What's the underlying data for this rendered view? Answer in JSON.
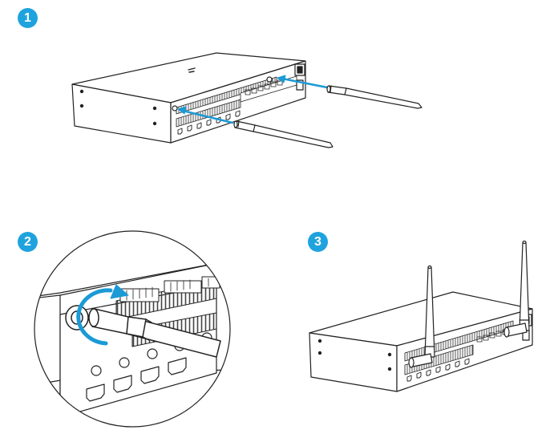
{
  "steps": [
    {
      "number": "1"
    },
    {
      "number": "2"
    },
    {
      "number": "3"
    }
  ],
  "colors": {
    "badge": "#1fa3de",
    "arrow": "#1b9ad6",
    "line": "#222222",
    "fill": "#ffffff",
    "vent": "#555555"
  },
  "icons": {
    "arrow": "arrow-icon",
    "rotate": "rotate-arrow-icon",
    "antenna": "antenna-icon"
  }
}
